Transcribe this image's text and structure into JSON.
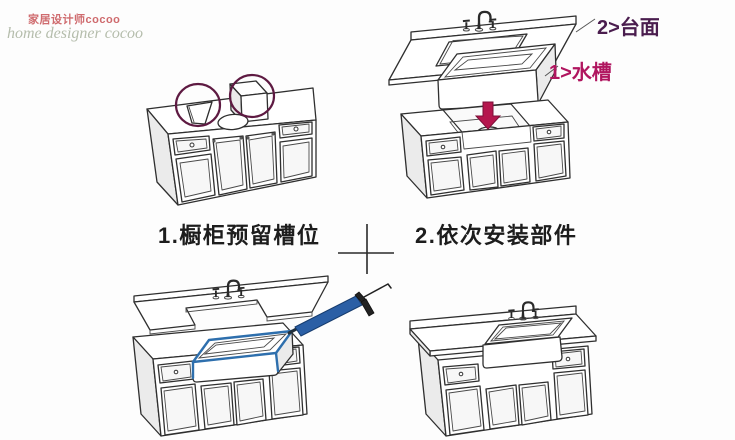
{
  "watermark": {
    "line1": "家居设计师cocoo",
    "line2": "home designer cocoo"
  },
  "step1": {
    "caption": "1.橱柜预留槽位",
    "illustration": "base-cabinet-with-cutout-highlights"
  },
  "step2": {
    "caption": "2.依次安装部件",
    "label_countertop": "2>台面",
    "label_sink": "1>水槽",
    "illustration": "exploded-sink-countertop-installation"
  },
  "step3": {
    "illustration": "caulk-gun-sealing-sink-rim"
  },
  "step4": {
    "illustration": "finished-sink-cabinet"
  },
  "divider": {
    "symbol": "+"
  },
  "colors": {
    "line": "#2f2f2f",
    "highlight_circle": "#5e1a42",
    "install_arrow": "#b5174e",
    "label_countertop": "#4a1d4e",
    "label_sink": "#b0155f",
    "sealant_blue": "#2e6fad",
    "caulk_gun_blue": "#2b5fa5",
    "watermark_red": "#cf6b6e",
    "watermark_gray": "#b5bdac"
  }
}
